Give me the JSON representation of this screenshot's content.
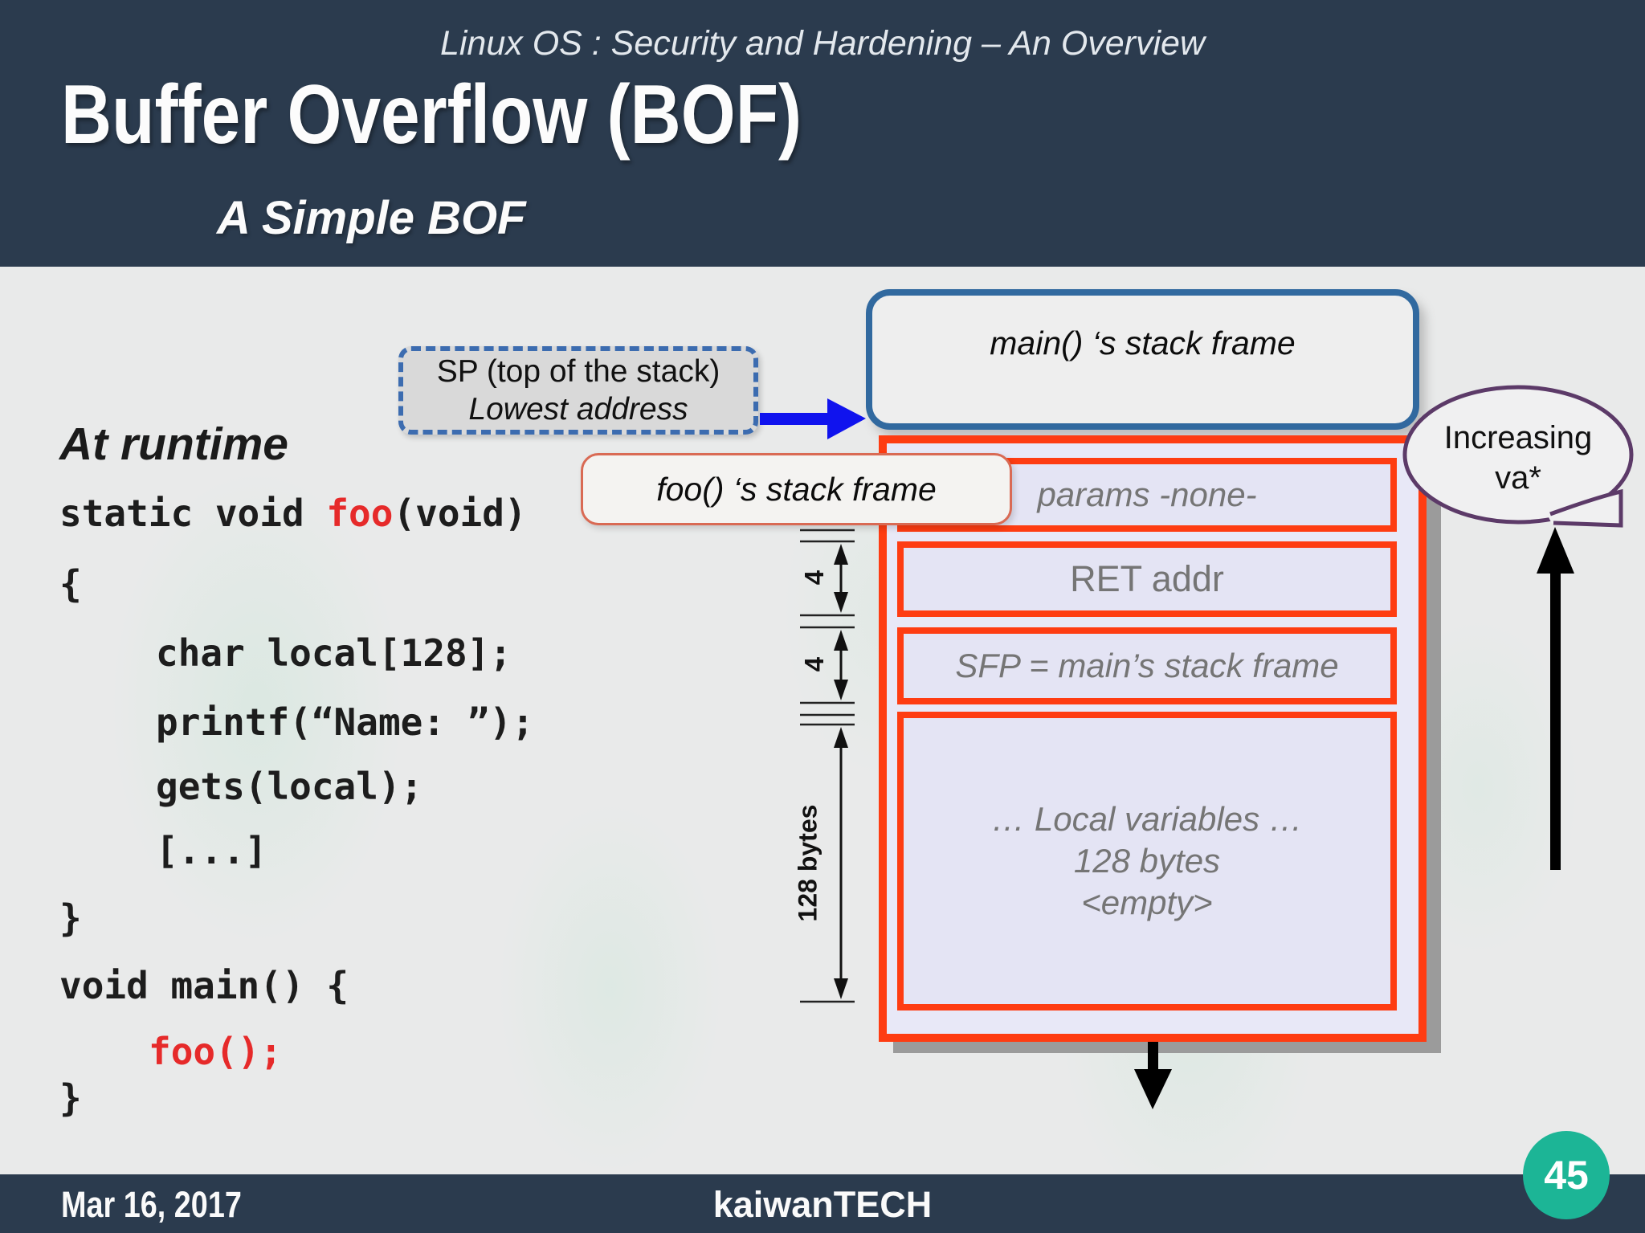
{
  "slide": {
    "course_title": "Linux OS : Security and Hardening – An Overview",
    "title": "Buffer Overflow (BOF)",
    "subtitle": "A Simple BOF"
  },
  "code_panel": {
    "heading": "At runtime",
    "lines": [
      {
        "indent": 0,
        "segments": [
          {
            "text": "static void ",
            "color": "code"
          },
          {
            "text": "foo",
            "color": "accent"
          },
          {
            "text": "(void)",
            "color": "code"
          }
        ]
      },
      {
        "indent": 0,
        "segments": [
          {
            "text": "{",
            "color": "code"
          }
        ]
      },
      {
        "indent": 1,
        "segments": [
          {
            "text": "char local[128];",
            "color": "code"
          }
        ]
      },
      {
        "indent": 1,
        "segments": [
          {
            "text": "printf(“Name: ”);",
            "color": "code"
          }
        ]
      },
      {
        "indent": 1,
        "segments": [
          {
            "text": "gets(local);",
            "color": "code"
          }
        ]
      },
      {
        "indent": 1,
        "segments": [
          {
            "text": "[...]",
            "color": "code"
          }
        ]
      },
      {
        "indent": 0,
        "segments": [
          {
            "text": "}",
            "color": "code"
          }
        ]
      },
      {
        "indent": 0,
        "segments": [
          {
            "text": "void main() {",
            "color": "code"
          }
        ]
      },
      {
        "indent": 2,
        "segments": [
          {
            "text": "foo();",
            "color": "accent"
          }
        ]
      },
      {
        "indent": 0,
        "segments": [
          {
            "text": "}",
            "color": "code"
          }
        ]
      }
    ]
  },
  "diagram": {
    "sp_label_line1": "SP (top of the stack)",
    "sp_label_line2": "Lowest address",
    "main_frame_label": "main() ‘s stack frame",
    "foo_frame_label": "foo() ‘s stack frame",
    "cells": {
      "params": "params -none-",
      "ret": "RET addr",
      "sfp": "SFP = main’s stack frame",
      "locals": [
        "… Local variables …",
        "128 bytes",
        "<empty>"
      ]
    },
    "dims": {
      "ret": "4",
      "sfp": "4",
      "locals": "128 bytes"
    },
    "bubble": {
      "line1": "Increasing",
      "line2": "va*"
    },
    "colors": {
      "frame_border": "#fe3c12",
      "main_border": "#31699f",
      "arrow_blue": "#1013ee",
      "bubble_border": "#5c3a68",
      "badge": "#1cb596",
      "header_bg": "#2b3b4e",
      "code_accent": "#e62a2a"
    }
  },
  "footer": {
    "date": "Mar 16, 2017",
    "brand": "kaiwanTECH",
    "page_number": "45"
  }
}
